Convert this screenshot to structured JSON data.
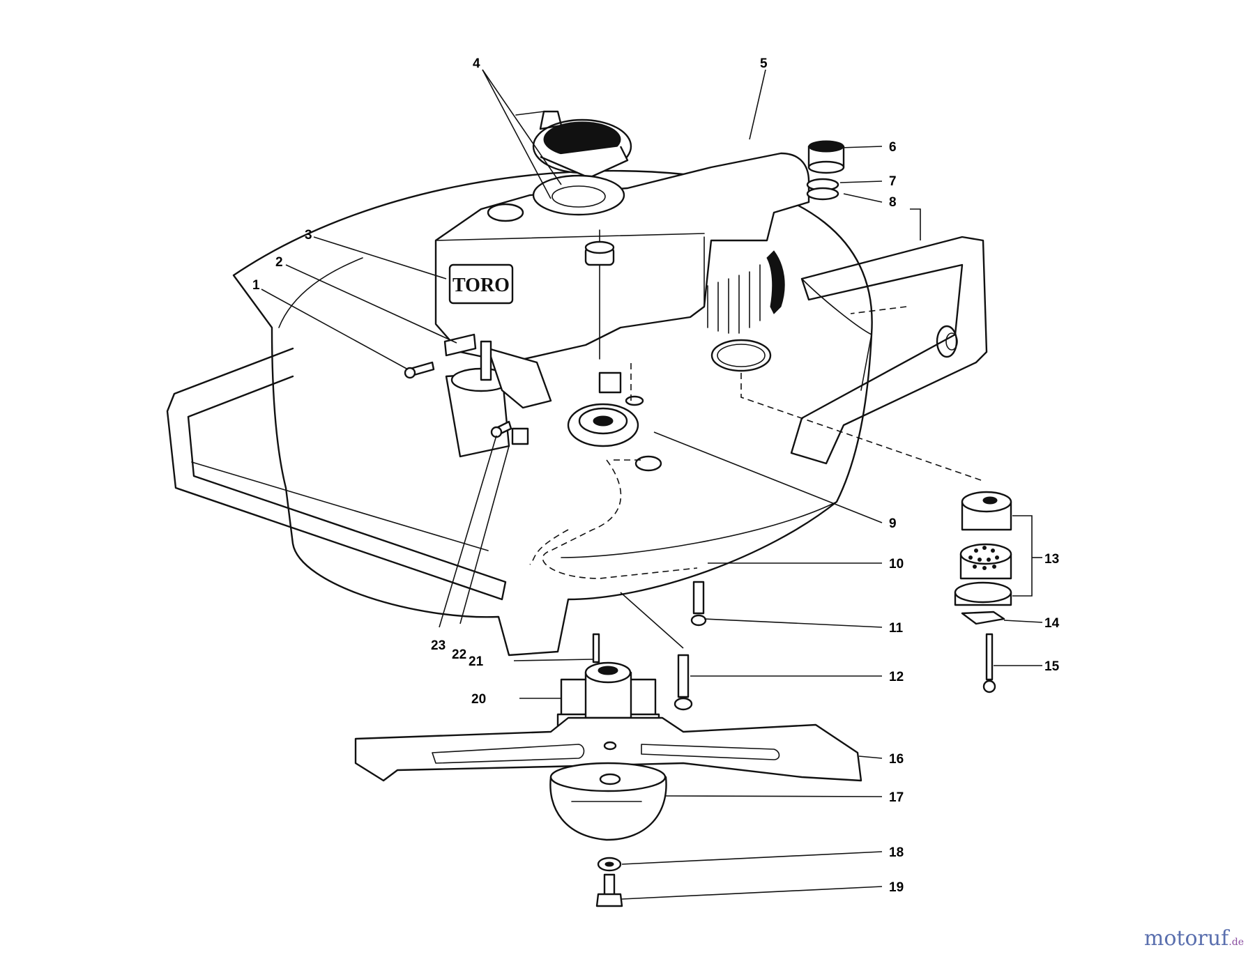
{
  "diagram": {
    "brand_label": "TORO",
    "callouts": [
      {
        "id": "1",
        "label": "1"
      },
      {
        "id": "2",
        "label": "2"
      },
      {
        "id": "3",
        "label": "3"
      },
      {
        "id": "4",
        "label": "4"
      },
      {
        "id": "5",
        "label": "5"
      },
      {
        "id": "6",
        "label": "6"
      },
      {
        "id": "7",
        "label": "7"
      },
      {
        "id": "8",
        "label": "8"
      },
      {
        "id": "9",
        "label": "9"
      },
      {
        "id": "10",
        "label": "10"
      },
      {
        "id": "11",
        "label": "11"
      },
      {
        "id": "12",
        "label": "12"
      },
      {
        "id": "13",
        "label": "13"
      },
      {
        "id": "14",
        "label": "14"
      },
      {
        "id": "15",
        "label": "15"
      },
      {
        "id": "16",
        "label": "16"
      },
      {
        "id": "17",
        "label": "17"
      },
      {
        "id": "18",
        "label": "18"
      },
      {
        "id": "19",
        "label": "19"
      },
      {
        "id": "20",
        "label": "20"
      },
      {
        "id": "21",
        "label": "21"
      },
      {
        "id": "22",
        "label": "22"
      },
      {
        "id": "23",
        "label": "23"
      }
    ]
  },
  "watermark": {
    "main": "motoruf",
    "tld": ".de"
  },
  "colors": {
    "ink": "#111111",
    "background": "#ffffff",
    "watermark": "#5a6fae"
  }
}
